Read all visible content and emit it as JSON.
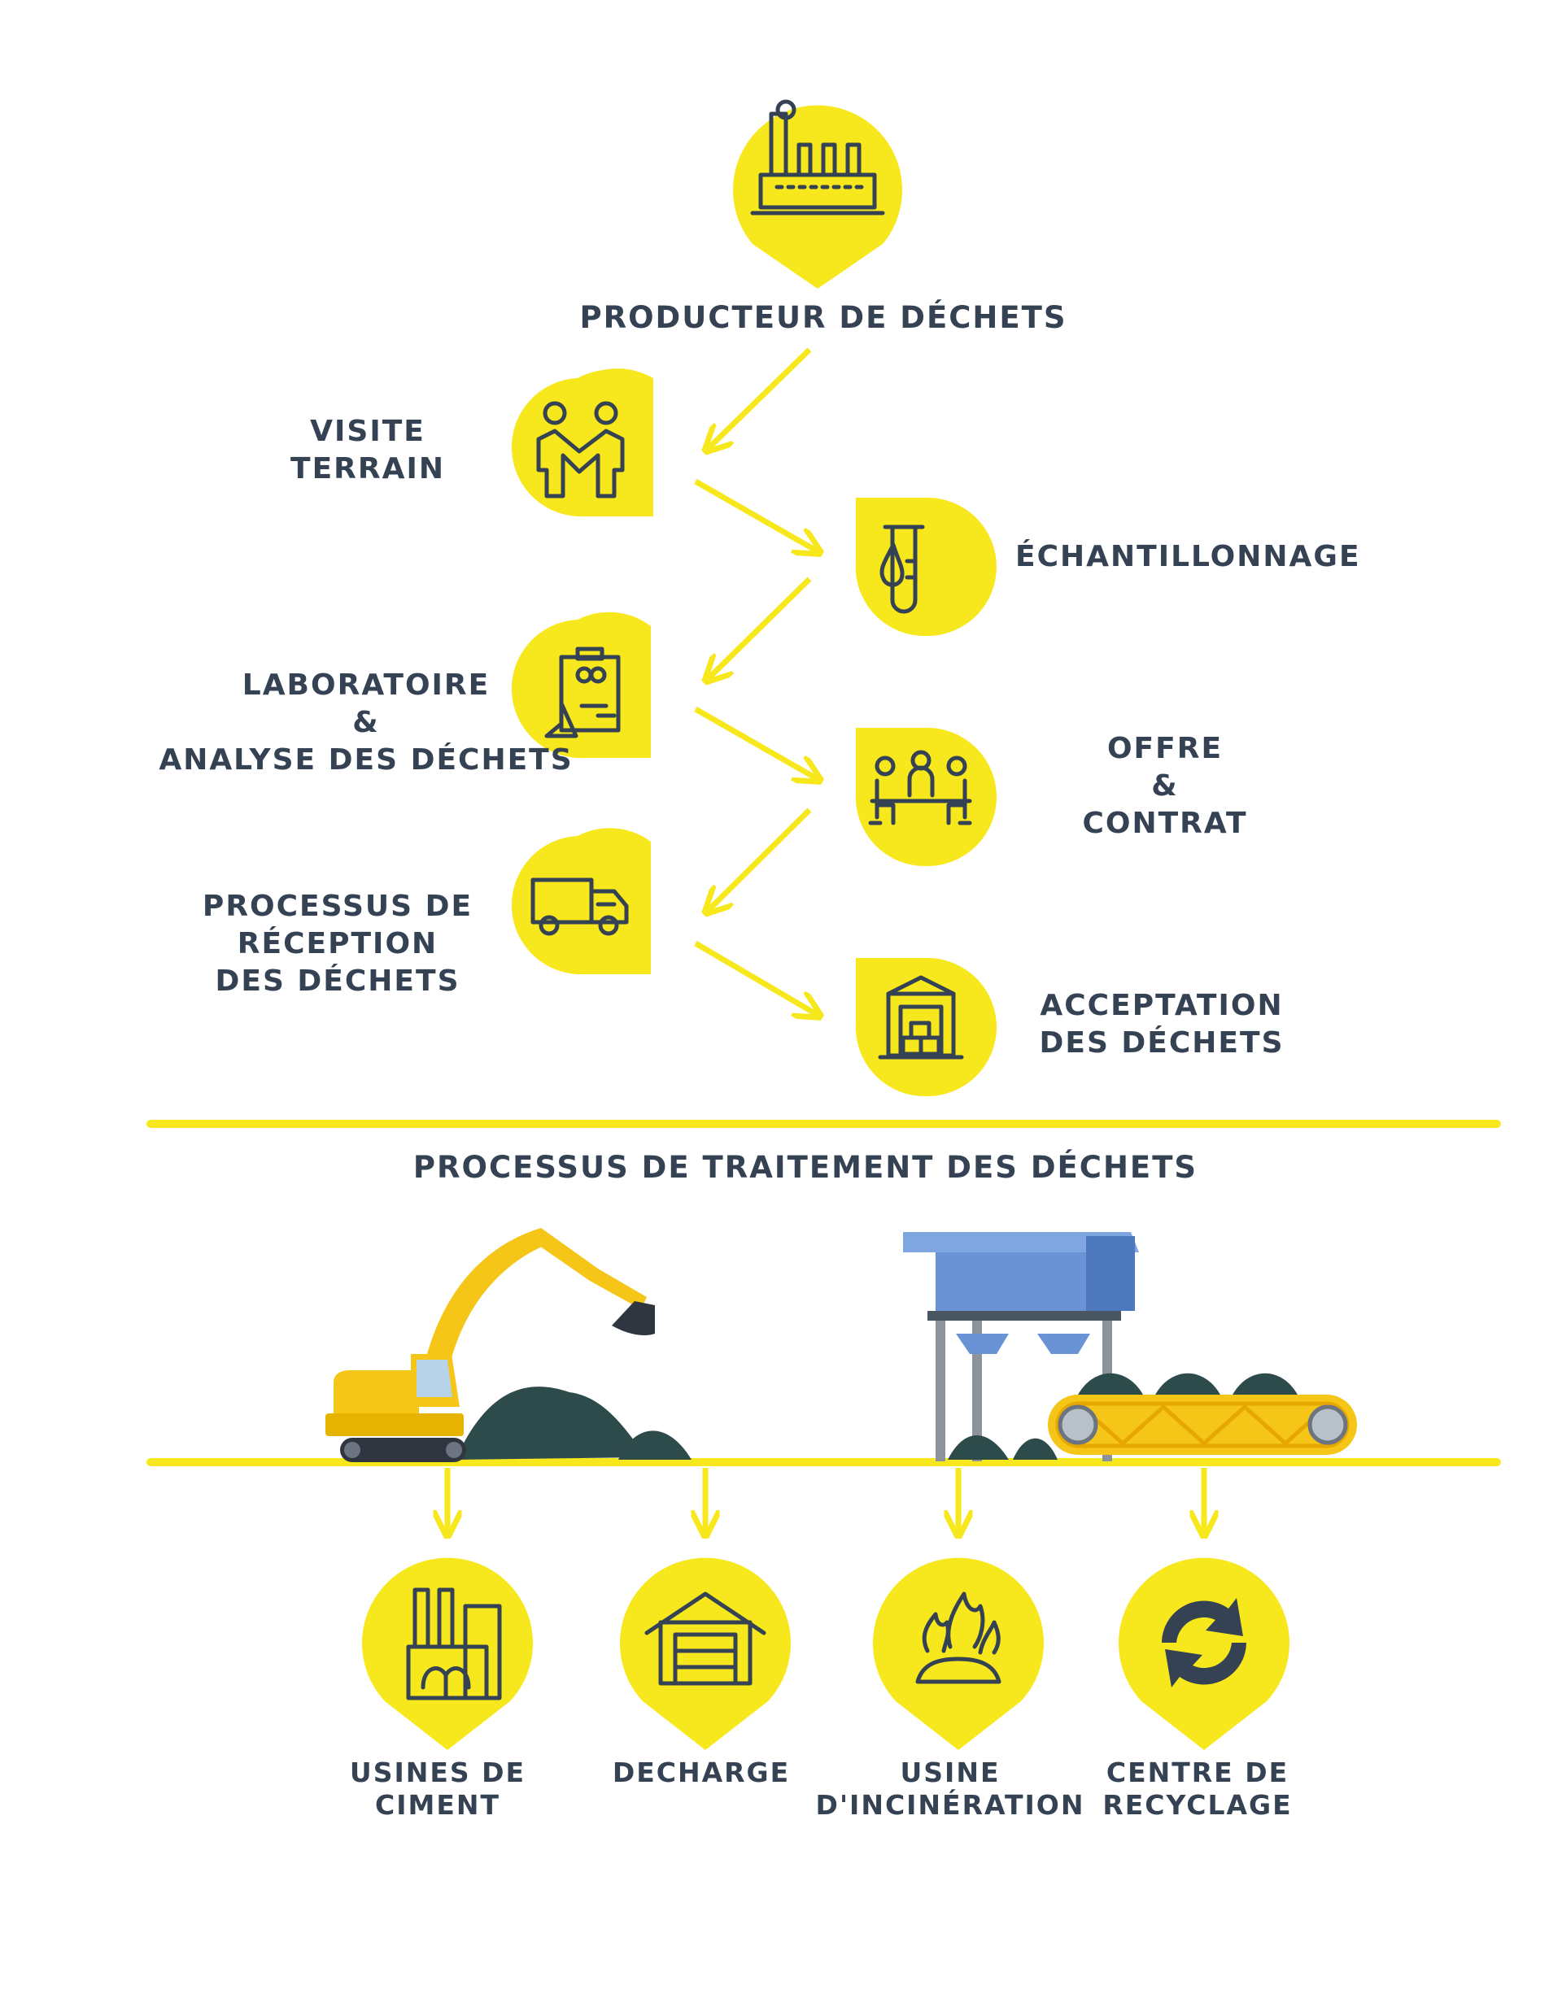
{
  "source": {
    "label": "PRODUCTEUR DE DÉCHETS",
    "icon": "factory-icon"
  },
  "steps": [
    {
      "lines": [
        "VISITE",
        "TERRAIN"
      ],
      "icon": "handshake-icon"
    },
    {
      "lines": [
        "ÉCHANTILLONNAGE"
      ],
      "icon": "test-tube-icon"
    },
    {
      "lines": [
        "LABORATOIRE",
        "&",
        "ANALYSE DES DÉCHETS"
      ],
      "icon": "laboratory-icon"
    },
    {
      "lines": [
        "OFFRE",
        "&",
        "CONTRAT"
      ],
      "icon": "meeting-icon"
    },
    {
      "lines": [
        "PROCESSUS DE",
        "RÉCEPTION",
        "DES DÉCHETS"
      ],
      "icon": "truck-icon"
    },
    {
      "lines": [
        "ACCEPTATION",
        "DES DÉCHETS"
      ],
      "icon": "warehouse-icon"
    }
  ],
  "treatment": {
    "title": "PROCESSUS DE TRAITEMENT DES DÉCHETS"
  },
  "destinations": [
    {
      "lines": [
        "USINES DE",
        "CIMENT"
      ],
      "icon": "cement-plant-icon"
    },
    {
      "lines": [
        "DECHARGE"
      ],
      "icon": "landfill-icon"
    },
    {
      "lines": [
        "USINE",
        "D'INCINÉRATION"
      ],
      "icon": "incineration-icon"
    },
    {
      "lines": [
        "CENTRE DE",
        "RECYCLAGE"
      ],
      "icon": "recycle-icon"
    }
  ],
  "colors": {
    "accent": "#F7E81D",
    "text": "#344254",
    "hopper": "#7FA6E0"
  }
}
